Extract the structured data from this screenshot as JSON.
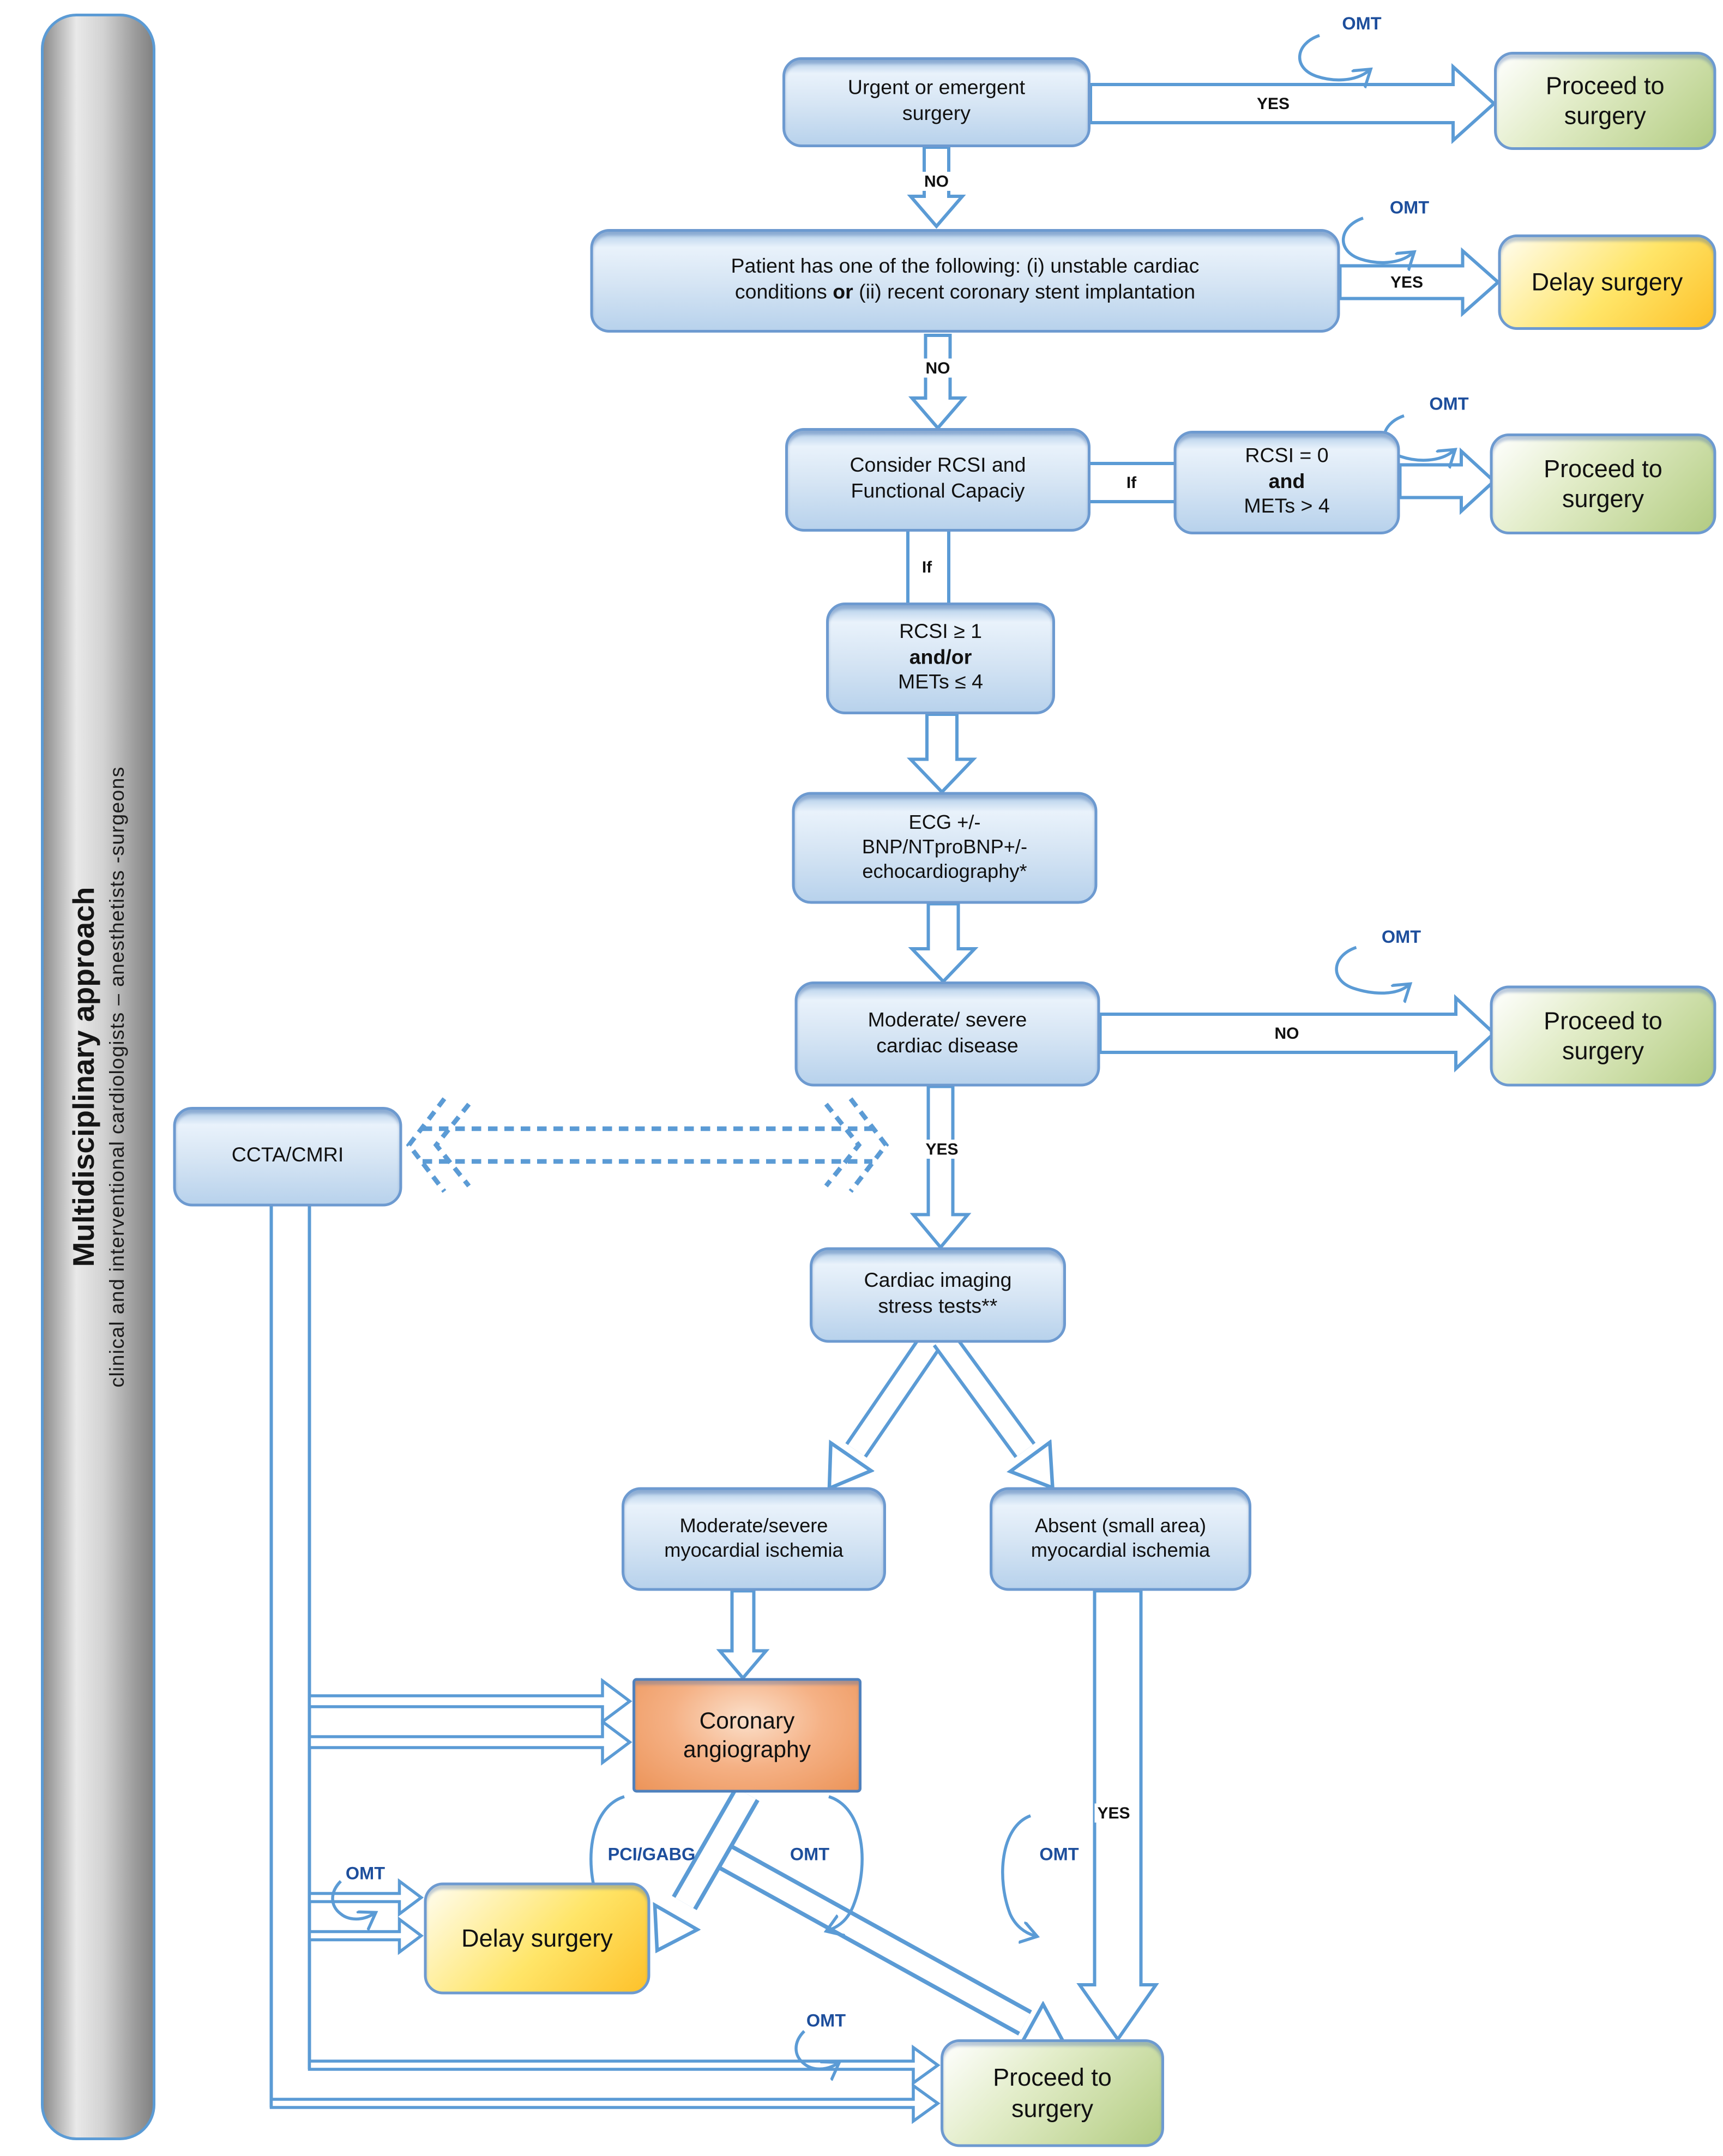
{
  "sidebar": {
    "title": "Multidisciplinary approach",
    "subtitle": "clinical and interventional cardiologists – anesthetists -surgeons"
  },
  "nodes": {
    "urgent": {
      "text": "Urgent or emergent\nsurgery"
    },
    "proceed1": {
      "text": "Proceed to\nsurgery"
    },
    "patient": {
      "pre": "Patient has one of the following: (i) unstable cardiac\nconditions ",
      "bold": "or",
      "post": " (ii) recent coronary stent implantation"
    },
    "delay1": {
      "text": "Delay surgery"
    },
    "consider": {
      "text": "Consider RCSI and\nFunctional Capaciy"
    },
    "rcsi0": {
      "line1": "RCSI = 0",
      "line2": "and",
      "line3": "METs > 4"
    },
    "proceed2": {
      "text": "Proceed to\nsurgery"
    },
    "rcsi1": {
      "line1": "RCSI ≥ 1",
      "line2": "and/or",
      "line3": "METs ≤ 4"
    },
    "ecg": {
      "text": "ECG +/-\nBNP/NTproBNP+/-\nechocardiography*"
    },
    "moderate": {
      "text": "Moderate/ severe\ncardiac disease"
    },
    "proceed3": {
      "text": "Proceed to\nsurgery"
    },
    "ccta": {
      "text": "CCTA/CMRI"
    },
    "stress": {
      "text": "Cardiac imaging\nstress tests**"
    },
    "modisch": {
      "text": "Moderate/severe\nmyocardial ischemia"
    },
    "absent": {
      "text": "Absent (small area)\nmyocardial ischemia"
    },
    "coronary": {
      "text": "Coronary\nangiography"
    },
    "delay2": {
      "text": "Delay surgery"
    },
    "proceed4": {
      "text": "Proceed to\nsurgery"
    }
  },
  "edge_labels": {
    "yes1": "YES",
    "yes2": "YES",
    "yes3": "YES",
    "yes4": "YES",
    "no1": "NO",
    "no2": "NO",
    "no3": "NO",
    "if1": "If",
    "if2": "If",
    "omt1": "OMT",
    "omt2": "OMT",
    "omt3": "OMT",
    "omt4": "OMT",
    "omt5": "OMT",
    "omt6": "OMT",
    "omt7": "OMT",
    "omt8": "OMT",
    "pci": "PCI/GABG"
  },
  "colors": {
    "arrow_blue": "#5b9bd5",
    "box_border_blue": "#6d9ad0",
    "node_blue_fill": "#cfe0f2",
    "outcome_green": "#c4d89b",
    "outcome_yellow": "#fdc12a",
    "action_orange": "#f5b185",
    "omt_label_blue": "#1d4e9c",
    "sidebar_gray": "#bdbdbd",
    "text_black": "#111111"
  }
}
